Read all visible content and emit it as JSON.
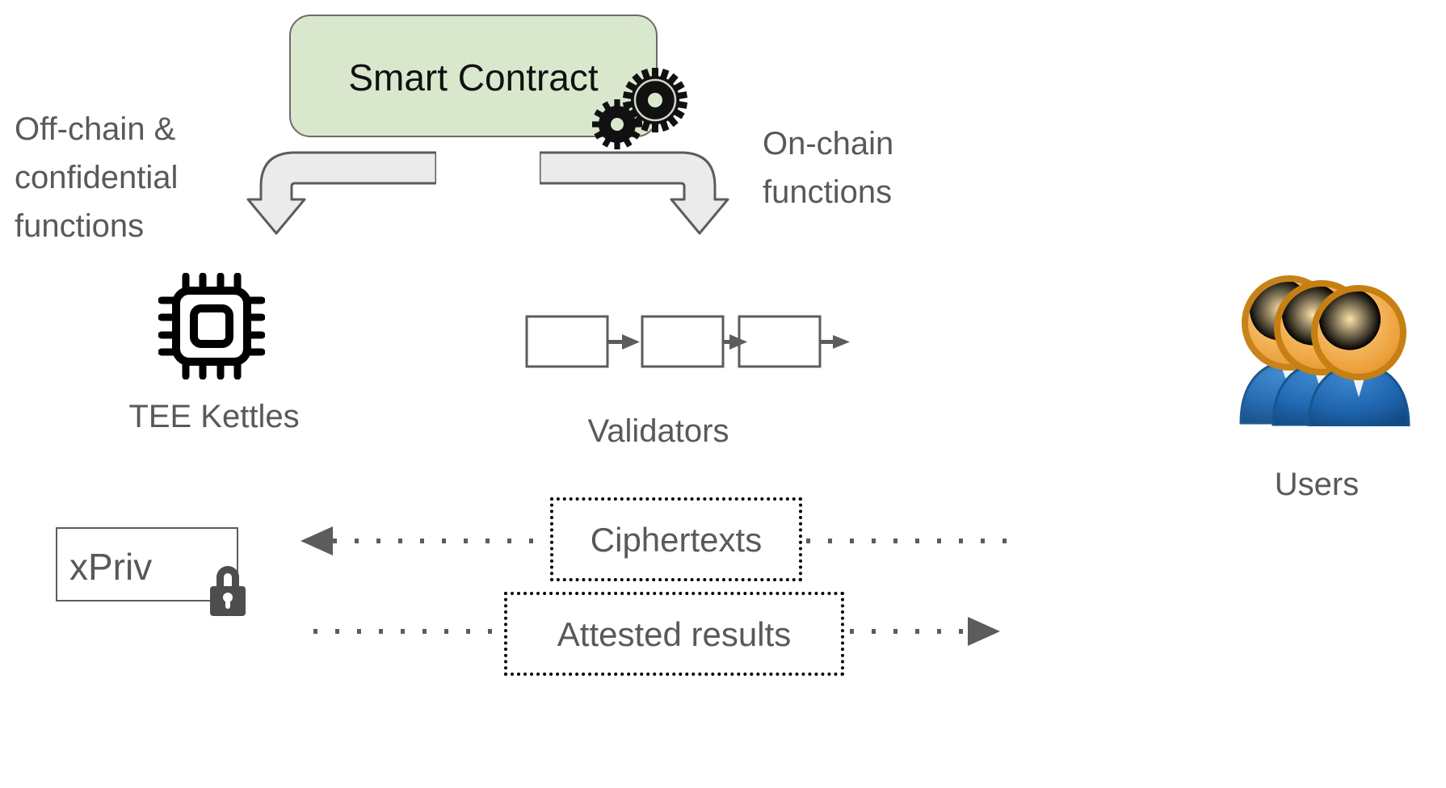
{
  "diagram": {
    "title": "Smart Contract off-chain / on-chain execution flow",
    "colors": {
      "contract_fill": "#d9e8cd",
      "contract_stroke": "#6b6b6b",
      "label_text": "#595959",
      "arrow_fill": "#ebebeb",
      "arrow_stroke": "#5c5c5c",
      "block_stroke": "#5c5c5c",
      "dotted_stroke": "#000000",
      "user_head": "#f0a63c",
      "user_body": "#1f66b0",
      "lock_fill": "#4d4d4d",
      "chip_fill": "#000000"
    },
    "smart_contract": {
      "label": "Smart Contract",
      "gears_icon": "gears-icon"
    },
    "branch_labels": {
      "left": "Off-chain & confidential functions",
      "right": "On-chain functions"
    },
    "nodes": {
      "tee": {
        "label": "TEE Kettles",
        "icon": "cpu-chip-icon"
      },
      "validators": {
        "label": "Validators",
        "icon": "blockchain-icon",
        "block_count": 3
      },
      "users": {
        "label": "Users",
        "icon": "users-group-icon",
        "count": 3
      },
      "xpriv": {
        "label": "xPriv",
        "icon": "padlock-icon"
      }
    },
    "flows": [
      {
        "label": "Ciphertexts",
        "direction": "right-to-left",
        "from": "Users",
        "to": "xPriv",
        "line_style": "dotted",
        "arrowhead": "left"
      },
      {
        "label": "Attested results",
        "direction": "left-to-right",
        "from": "xPriv",
        "to": "Users",
        "line_style": "dotted",
        "arrowhead": "right"
      }
    ]
  }
}
